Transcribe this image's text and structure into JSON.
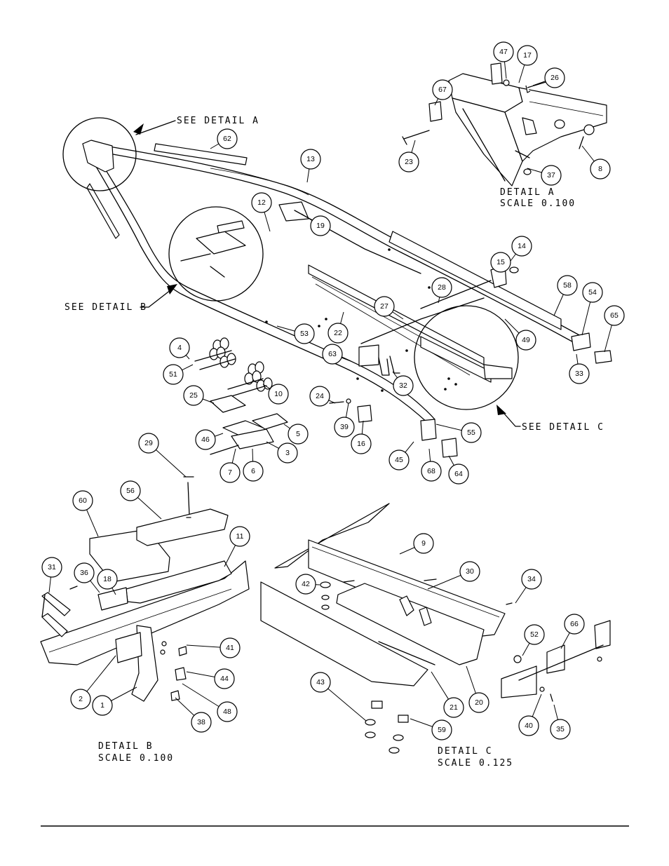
{
  "labels": {
    "see_a": "SEE DETAIL  A",
    "see_b": "SEE DETAIL  B",
    "see_c": "SEE DETAIL  C",
    "detail_a_title": "DETAIL  A",
    "detail_a_scale": "SCALE  0.100",
    "detail_b_title": "DETAIL  B",
    "detail_b_scale": "SCALE  0.100",
    "detail_c_title": "DETAIL  C",
    "detail_c_scale": "SCALE  0.125"
  },
  "callouts": [
    "47",
    "17",
    "26",
    "67",
    "23",
    "37",
    "8",
    "62",
    "13",
    "12",
    "19",
    "14",
    "15",
    "58",
    "54",
    "65",
    "28",
    "27",
    "22",
    "49",
    "33",
    "53",
    "63",
    "32",
    "4",
    "51",
    "25",
    "10",
    "24",
    "39",
    "16",
    "55",
    "45",
    "68",
    "64",
    "46",
    "5",
    "3",
    "7",
    "6",
    "29",
    "56",
    "60",
    "11",
    "31",
    "36",
    "18",
    "41",
    "44",
    "2",
    "1",
    "48",
    "38",
    "9",
    "30",
    "34",
    "42",
    "52",
    "66",
    "43",
    "21",
    "20",
    "40",
    "35",
    "59"
  ]
}
